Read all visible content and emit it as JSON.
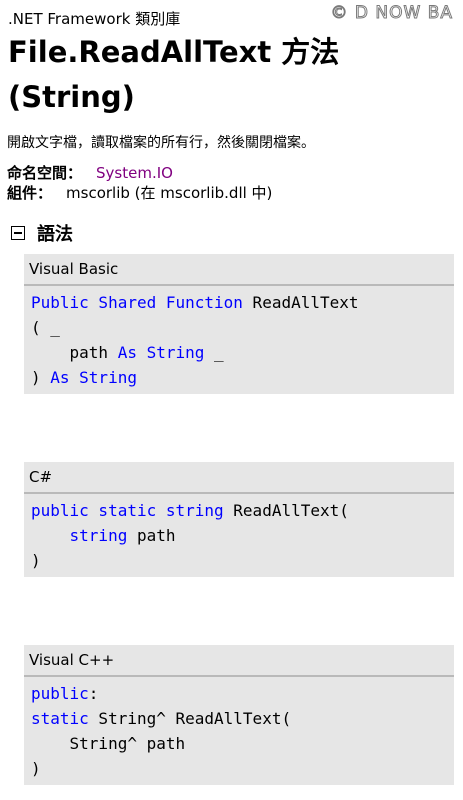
{
  "watermark": "© D NOW BA",
  "header": {
    "library": ".NET Framework 類別庫",
    "title_line1": "File.ReadAllText 方法",
    "title_line2": "(String)"
  },
  "summary": "開啟文字檔，讀取檔案的所有行，然後關閉檔案。",
  "namespace": {
    "label": "命名空間：",
    "value": "System.IO"
  },
  "assembly": {
    "label": "組件：",
    "value": "mscorlib (在 mscorlib.dll 中)"
  },
  "syntax": {
    "heading": "語法"
  },
  "code_blocks": [
    {
      "language": "Visual Basic",
      "lines": [
        [
          {
            "t": "Public Shared Function",
            "k": true
          },
          {
            "t": " ReadAllText"
          }
        ],
        [
          {
            "t": "( _"
          }
        ],
        [
          {
            "t": "    path "
          },
          {
            "t": "As String",
            "k": true
          },
          {
            "t": " _"
          }
        ],
        [
          {
            "t": ") "
          },
          {
            "t": "As String",
            "k": true
          }
        ]
      ]
    },
    {
      "language": "C#",
      "lines": [
        [
          {
            "t": "public static string",
            "k": true
          },
          {
            "t": " ReadAllText("
          }
        ],
        [
          {
            "t": "    "
          },
          {
            "t": "string",
            "k": true
          },
          {
            "t": " path"
          }
        ],
        [
          {
            "t": ")"
          }
        ]
      ]
    },
    {
      "language": "Visual C++",
      "lines": [
        [
          {
            "t": "public",
            "k": true
          },
          {
            "t": ":"
          }
        ],
        [
          {
            "t": "static",
            "k": true
          },
          {
            "t": " String^ ReadAllText("
          }
        ],
        [
          {
            "t": "    String^ path"
          }
        ],
        [
          {
            "t": ")"
          }
        ]
      ]
    }
  ]
}
